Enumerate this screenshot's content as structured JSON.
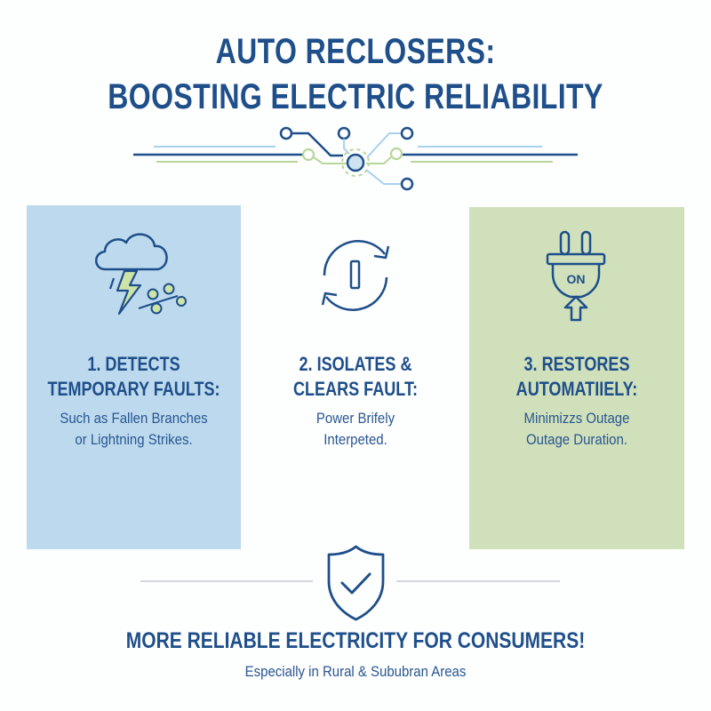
{
  "header": {
    "title_line1": "AUTO RECLOSERS:",
    "title_line2": "BOOSTING ELECTRIC RELIABILITY",
    "decoration": "circuit-divider-icon"
  },
  "colors": {
    "primary_blue": "#1f4f8a",
    "light_blue_panel": "#bcd9ee",
    "light_green_panel": "#cfe0bb",
    "accent_light_blue": "#a9d1ee",
    "accent_green": "#b9d69a",
    "divider_gray": "#d4d8dc",
    "background": "#fdfefe"
  },
  "steps": [
    {
      "icon": "storm-cloud-lightning-branch-icon",
      "heading_line1": "1. DETECTS",
      "heading_line2": "TEMPORARY FAULTS:",
      "body_line1": "Such as Fallen Branches",
      "body_line2": "or Lightning Strikes."
    },
    {
      "icon": "power-cycle-icon",
      "heading_line1": "2. ISOLATES &",
      "heading_line2": "CLEARS FAULT:",
      "body_line1": "Power Brifely",
      "body_line2": "Interpeted."
    },
    {
      "icon": "plug-on-icon",
      "icon_label": "ON",
      "heading_line1": "3. RESTORES",
      "heading_line2": "AUTOMATIIELY:",
      "body_line1": "Minimizzs Outage",
      "body_line2": "Outage Duration."
    }
  ],
  "footer": {
    "icon": "shield-check-icon",
    "title": "MORE RELIABLE ELECTRICITY FOR CONSUMERS!",
    "subtitle": "Especially in Rural & Sububran Areas"
  }
}
